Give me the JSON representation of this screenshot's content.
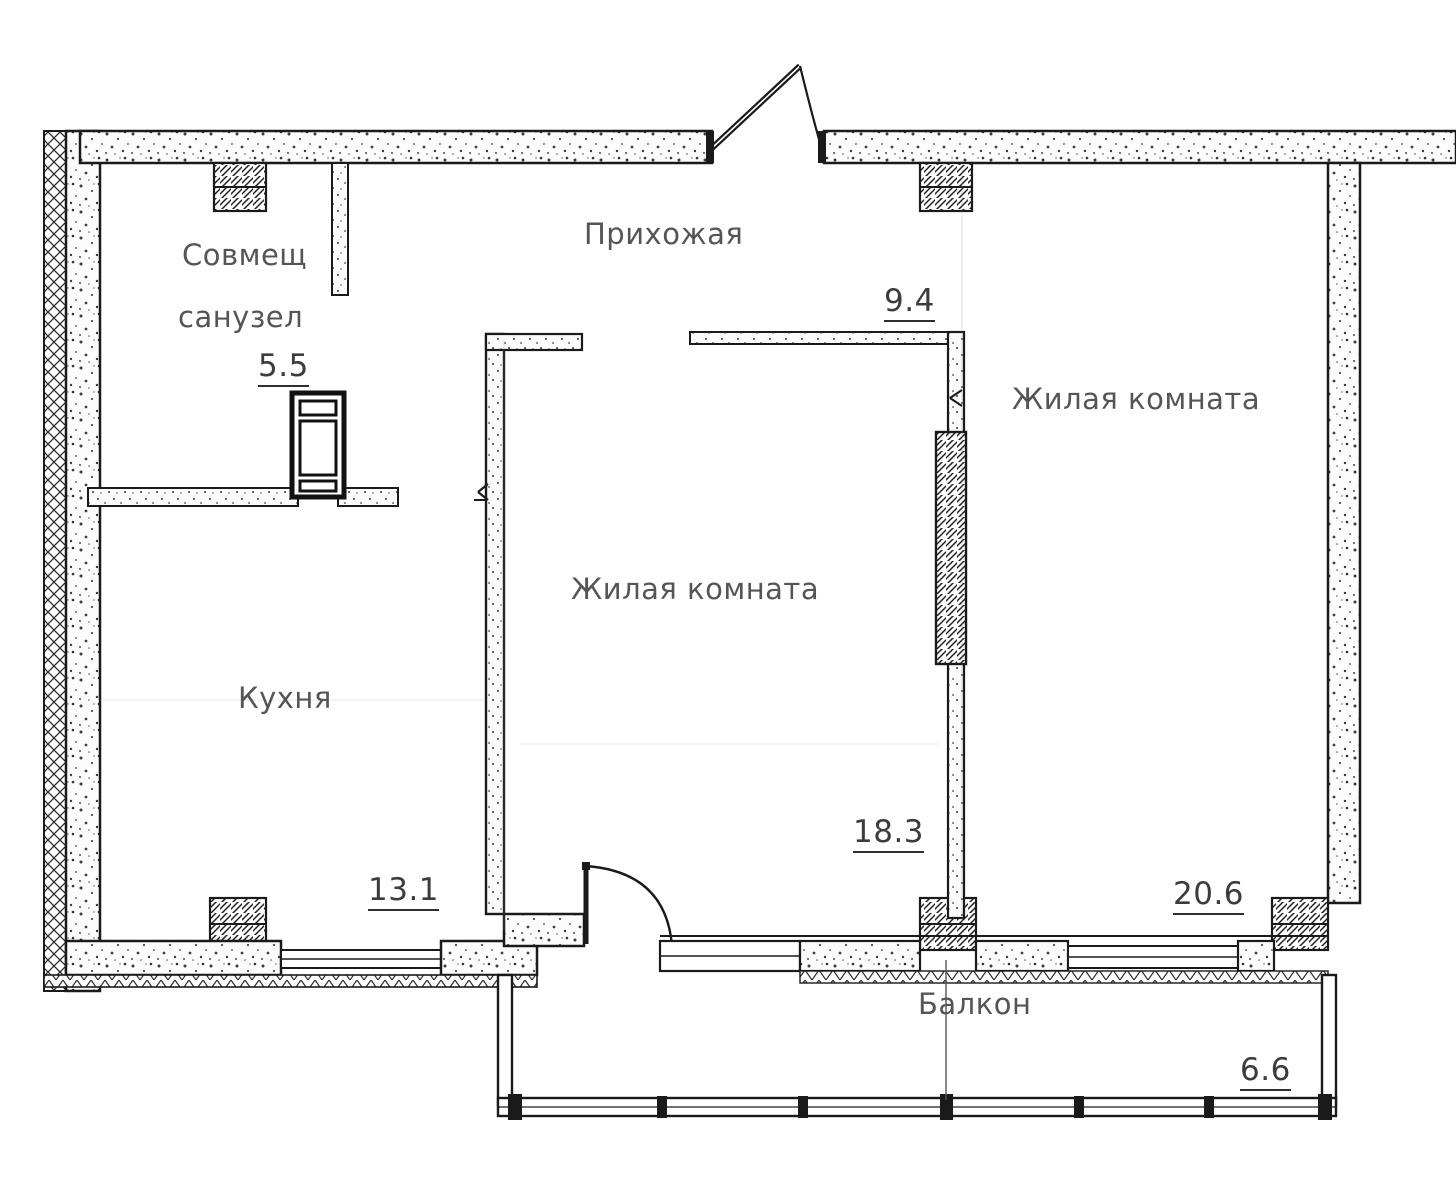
{
  "plan": {
    "rooms": [
      {
        "id": "bathroom",
        "name": "Совмещ",
        "name_line2": "санузел",
        "area": "5.5"
      },
      {
        "id": "hallway",
        "name": "Прихожая",
        "name_line2": "",
        "area": "9.4"
      },
      {
        "id": "kitchen",
        "name": "Кухня",
        "name_line2": "",
        "area": "13.1"
      },
      {
        "id": "living-mid",
        "name": "Жилая комната",
        "name_line2": "",
        "area": "18.3"
      },
      {
        "id": "living-right",
        "name": "Жилая комната",
        "name_line2": "",
        "area": "20.6"
      },
      {
        "id": "balcony",
        "name": "Балкон",
        "name_line2": "",
        "area": "6.6"
      }
    ],
    "colors": {
      "wall_outline": "#1a1a1a",
      "wall_fill": "#fdfdfd",
      "hatch": "#333333",
      "text": "#4a4a4a",
      "background": "#ffffff"
    }
  }
}
